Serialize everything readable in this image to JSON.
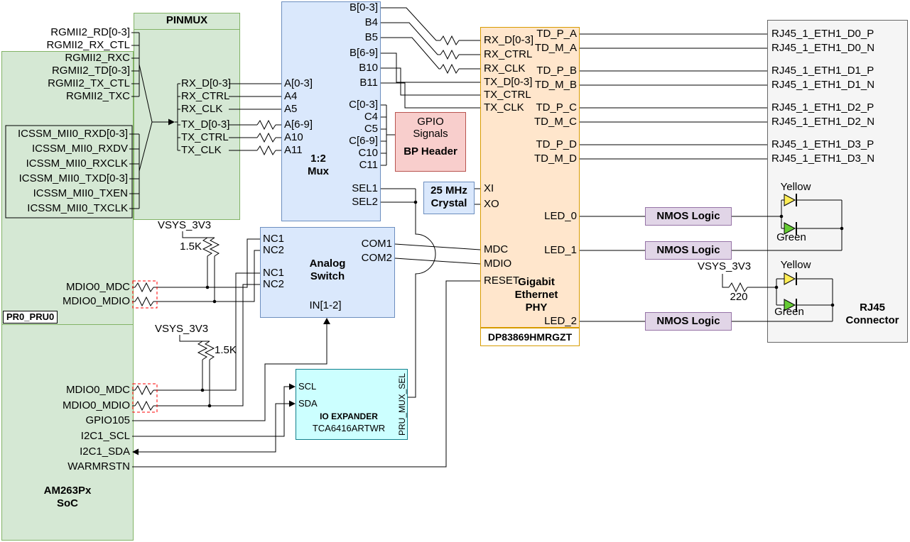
{
  "colors": {
    "soc_fill": "#d5e8d4",
    "soc_stroke": "#82b366",
    "mux_fill": "#dae8fc",
    "mux_stroke": "#6c8ebf",
    "phy_fill": "#ffe6cc",
    "phy_stroke": "#d79b00",
    "bp_fill": "#f8cecc",
    "bp_stroke": "#b85450",
    "nmos_fill": "#e1d5e7",
    "nmos_stroke": "#9673a6",
    "io_expander_fill": "#ccffff",
    "rj45_fill": "#f5f5f5",
    "wire": "#000000",
    "highlight_dashed": "#ff0000",
    "led_yellow": "#ffee55",
    "led_green": "#66cc33"
  },
  "soc": {
    "title": [
      "AM263Px",
      "SoC"
    ],
    "pru_label": "PR0_PRU0",
    "rgmii": [
      "RGMII2_RD[0-3]",
      "RGMII2_RX_CTL",
      "RGMII2_RXC",
      "RGMII2_TD[0-3]",
      "RGMII2_TX_CTL",
      "RGMII2_TXC"
    ],
    "icssm": [
      "ICSSM_MII0_RXD[0-3]",
      "ICSSM_MII0_RXDV",
      "ICSSM_MII0_RXCLK",
      "ICSSM_MII0_TXD[0-3]",
      "ICSSM_MII0_TXEN",
      "ICSSM_MII0_TXCLK"
    ],
    "mdio_pru": [
      "MDIO0_MDC",
      "MDIO0_MDIO"
    ],
    "mdio_soc": [
      "MDIO0_MDC",
      "MDIO0_MDIO"
    ],
    "gpio": "GPIO105",
    "i2c": [
      "I2C1_SCL",
      "I2C1_SDA"
    ],
    "reset": "WARMRSTN"
  },
  "pinmux": {
    "title": "PINMUX",
    "signals": [
      "RX_D[0-3]",
      "RX_CTRL",
      "RX_CLK",
      "TX_D[0-3]",
      "TX_CTRL",
      "TX_CLK"
    ]
  },
  "mux": {
    "title": [
      "1:2",
      "Mux"
    ],
    "a": [
      "A[0-3]",
      "A4",
      "A5",
      "A[6-9]",
      "A10",
      "A11"
    ],
    "b": [
      "B[0-3]",
      "B4",
      "B5",
      "B[6-9]",
      "B10",
      "B11"
    ],
    "c": [
      "C[0-3]",
      "C4",
      "C5",
      "C[6-9]",
      "C10",
      "C11"
    ],
    "sel": [
      "SEL1",
      "SEL2"
    ]
  },
  "bp_header": {
    "lines": [
      "GPIO",
      "Signals"
    ],
    "title": "BP Header"
  },
  "crystal": {
    "lines": [
      "25 MHz",
      "Crystal"
    ]
  },
  "analog_switch": {
    "title": [
      "Analog",
      "Switch"
    ],
    "nc": [
      "NC1",
      "NC2",
      "NC1",
      "NC2"
    ],
    "com": [
      "COM1",
      "COM2"
    ],
    "in_pin": "IN[1-2]"
  },
  "io_expander": {
    "pins": [
      "SCL",
      "SDA"
    ],
    "title": "IO EXPANDER",
    "part": "TCA6416ARTWR",
    "side_pin": "PRU_MUX_SEL"
  },
  "phy": {
    "left": [
      "RX_D[0-3]",
      "RX_CTRL",
      "RX_CLK",
      "TX_D[0-3]",
      "TX_CTRL",
      "TX_CLK",
      "XI",
      "XO",
      "MDC",
      "MDIO",
      "RESET"
    ],
    "td": [
      "TD_P_A",
      "TD_M_A",
      "TD_P_B",
      "TD_M_B",
      "TD_P_C",
      "TD_M_C",
      "TD_P_D",
      "TD_M_D"
    ],
    "led": [
      "LED_0",
      "LED_1",
      "LED_2"
    ],
    "title": [
      "Gigabit",
      "Ethernet",
      "PHY"
    ],
    "part": "DP83869HMRGZT"
  },
  "nmos": {
    "label": "NMOS Logic"
  },
  "rj45": {
    "signals": [
      "RJ45_1_ETH1_D0_P",
      "RJ45_1_ETH1_D0_N",
      "RJ45_1_ETH1_D1_P",
      "RJ45_1_ETH1_D1_N",
      "RJ45_1_ETH1_D2_P",
      "RJ45_1_ETH1_D2_N",
      "RJ45_1_ETH1_D3_P",
      "RJ45_1_ETH1_D3_N"
    ],
    "title": [
      "RJ45",
      "Connector"
    ],
    "yellow": "Yellow",
    "green": "Green"
  },
  "power": {
    "vsys": "VSYS_3V3",
    "pullup": "1.5K",
    "led_res": "220"
  }
}
